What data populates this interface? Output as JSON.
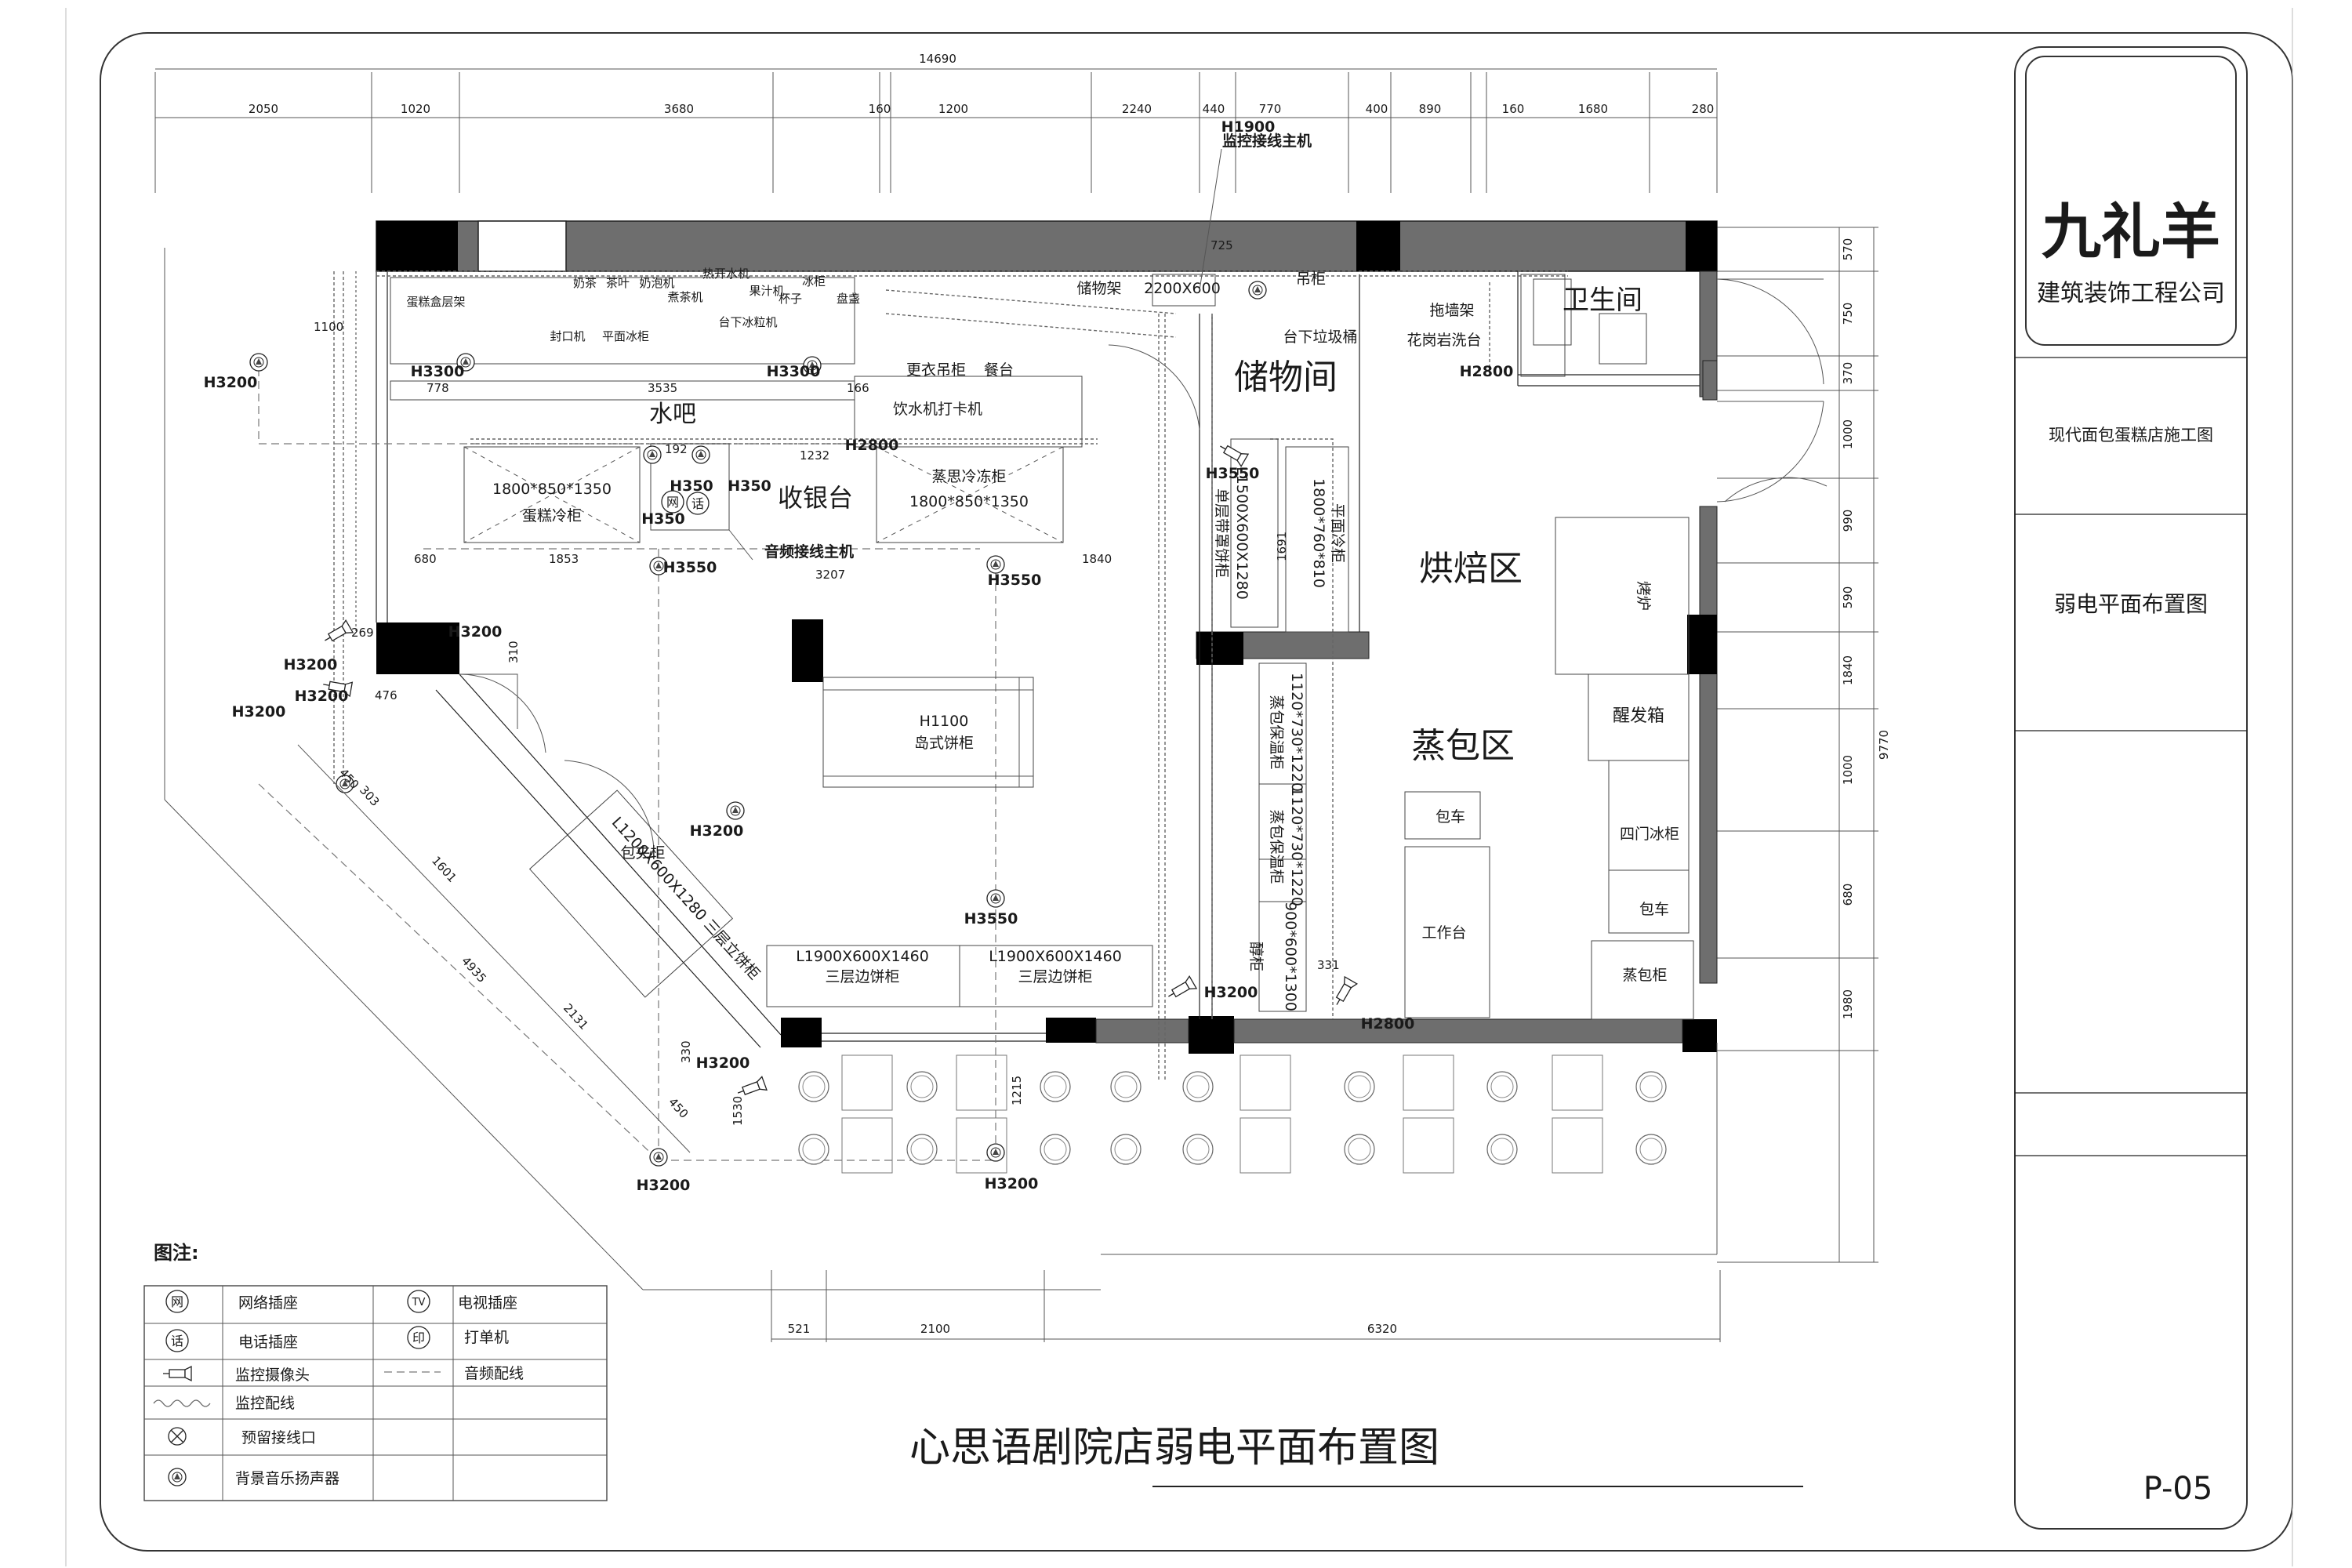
{
  "title_block": {
    "company_logo_text": "九礼羊",
    "company_name": "建筑装饰工程公司",
    "project_name": "现代面包蛋糕店施工图",
    "drawing_name": "弱电平面布置图",
    "page_number": "P-05"
  },
  "plan_title": "心思语剧院店弱电平面布置图",
  "dimensions": {
    "top_total": "14690",
    "top_segments": [
      "2050",
      "1020",
      "3680",
      "160",
      "1200",
      "2240",
      "440",
      "770",
      "400",
      "890",
      "160",
      "1680",
      "280"
    ],
    "bottom_segments": [
      "521",
      "2100",
      "6320"
    ],
    "right_segments": [
      "570",
      "750",
      "370",
      "1000",
      "990",
      "590",
      "1840",
      "1000",
      "680",
      "1980"
    ],
    "right_total": "9770",
    "diagonal": [
      "450",
      "303",
      "1601",
      "4935",
      "2131",
      "330",
      "450"
    ],
    "inner": [
      "1100",
      "778",
      "3535",
      "166",
      "725",
      "192",
      "1232",
      "680",
      "1853",
      "3207",
      "1840",
      "269",
      "476",
      "310",
      "1530",
      "1215",
      "1691",
      "331"
    ]
  },
  "rooms": [
    {
      "id": "storage",
      "name": "储物间"
    },
    {
      "id": "toilet",
      "name": "卫生间"
    },
    {
      "id": "baking",
      "name": "烘焙区"
    },
    {
      "id": "steam",
      "name": "蒸包区"
    },
    {
      "id": "bar",
      "name": "水吧"
    },
    {
      "id": "cashier",
      "name": "收银台"
    }
  ],
  "equipment": {
    "cake_fridge": "蛋糕冷柜",
    "cake_fridge_size": "1800*850*1350",
    "pastry_fridge": "蒸思冷冻柜",
    "pastry_fridge_size": "1800*850*1350",
    "island_cabinet_height": "H1100",
    "island_cabinet": "岛式饼柜",
    "side_cabinet_size_1": "L1900X600X1460",
    "side_cabinet_1": "三层边饼柜",
    "side_cabinet_size_2": "L1900X600X1460",
    "side_cabinet_2": "三层边饼柜",
    "bag_cabinet": "包夹柜",
    "side_rack": "L1200X600X1280 三层立饼柜",
    "single_cabinet": "单层带罩饼柜",
    "single_cabinet_size": "L1500X600X1280",
    "flat_fridge": "平面冷柜",
    "flat_fridge_size": "1800*760*810",
    "oven": "烤炉",
    "proofer": "醒发箱",
    "four_door_fridge": "四门冰柜",
    "cart_1": "包车",
    "cart_2": "包车",
    "workbench": "工作台",
    "steam_cabinet": "蒸包柜",
    "warm_cabinet_1": "蒸包保温柜",
    "warm_cabinet_1_size": "1120*730*1220",
    "warm_cabinet_2": "蒸包保温柜",
    "warm_cabinet_2_size": "1120*730*1220",
    "vat_cabinet": "醇柜",
    "vat_size": "900*600*1300",
    "storage_rack": "储物架",
    "storage_rack_size": "2200X600",
    "hanging_cabinet": "吊柜",
    "trash_bin": "台下垃圾桶",
    "mop_rack": "拖墙架",
    "granite_sink": "花岗岩洗台",
    "locker_cabinet": "更衣吊柜",
    "dining_table": "餐台",
    "water_card": "饮水机打卡机",
    "sealer": "封口机",
    "flat_fridge_bar": "平面冰柜",
    "milk_tea": "奶茶",
    "milk_machine": "奶泡机",
    "tea_brewer": "煮茶机",
    "water_boiler": "热开水机",
    "juice": "果汁机",
    "cup": "杯子",
    "ice": "冰柜",
    "undercounter": "台下冰粒机",
    "bar_rack": "蛋糕盒层架",
    "tea_tin": "茶叶",
    "plate": "盘盏"
  },
  "wiring_labels": {
    "cctv_host": "监控接线主机",
    "cctv_host_h": "H1900",
    "audio_host": "音频接线主机",
    "net": "网",
    "phone": "话"
  },
  "height_marks": [
    "H3200",
    "H3300",
    "H3300",
    "H2800",
    "H3200",
    "H350",
    "H350",
    "H350",
    "H3550",
    "H3550",
    "H3200",
    "H3200",
    "H3200",
    "H3200",
    "H3550",
    "H3550",
    "H3200",
    "H2800",
    "H2800",
    "H3200",
    "H3200",
    "H3200"
  ],
  "legend": {
    "heading": "图注:",
    "items": [
      {
        "symbol": "网",
        "label": "网络插座"
      },
      {
        "symbol": "TV",
        "label": "电视插座"
      },
      {
        "symbol": "话",
        "label": "电话插座"
      },
      {
        "symbol": "印",
        "label": "打单机"
      },
      {
        "symbol": "camera",
        "label": "监控摄像头"
      },
      {
        "symbol": "dash",
        "label": "音频配线"
      },
      {
        "symbol": "wave",
        "label": "监控配线"
      },
      {
        "symbol": "cross",
        "label": "预留接线口"
      },
      {
        "symbol": "speaker",
        "label": "背景音乐扬声器"
      }
    ]
  }
}
